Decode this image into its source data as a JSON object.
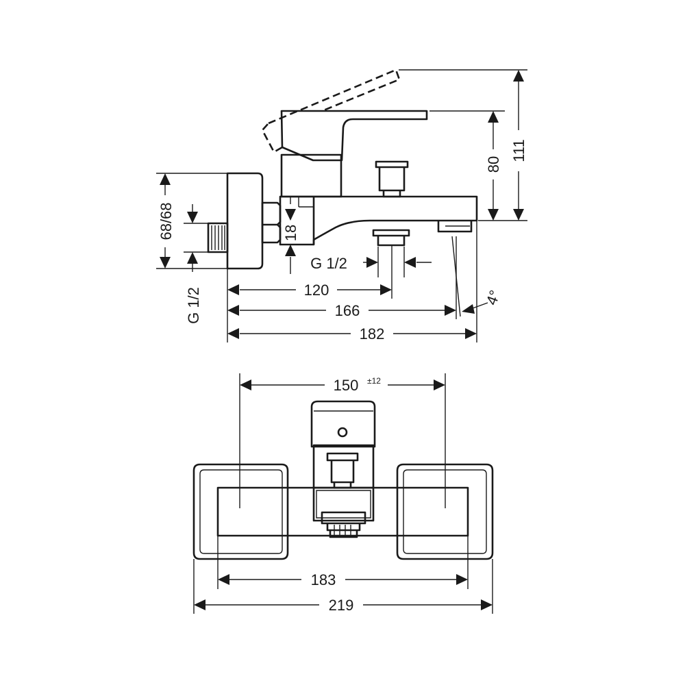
{
  "side_view": {
    "dims": {
      "d111": "111",
      "d80": "80",
      "d6868": "68/68",
      "d18": "18",
      "g12_side": "G 1/2",
      "g12_bottom": "G 1/2",
      "d120": "120",
      "d166": "166",
      "d182": "182",
      "angle": "4°"
    }
  },
  "top_view": {
    "dims": {
      "d150": "150",
      "d150_tol": "±12",
      "d183": "183",
      "d219": "219"
    }
  }
}
